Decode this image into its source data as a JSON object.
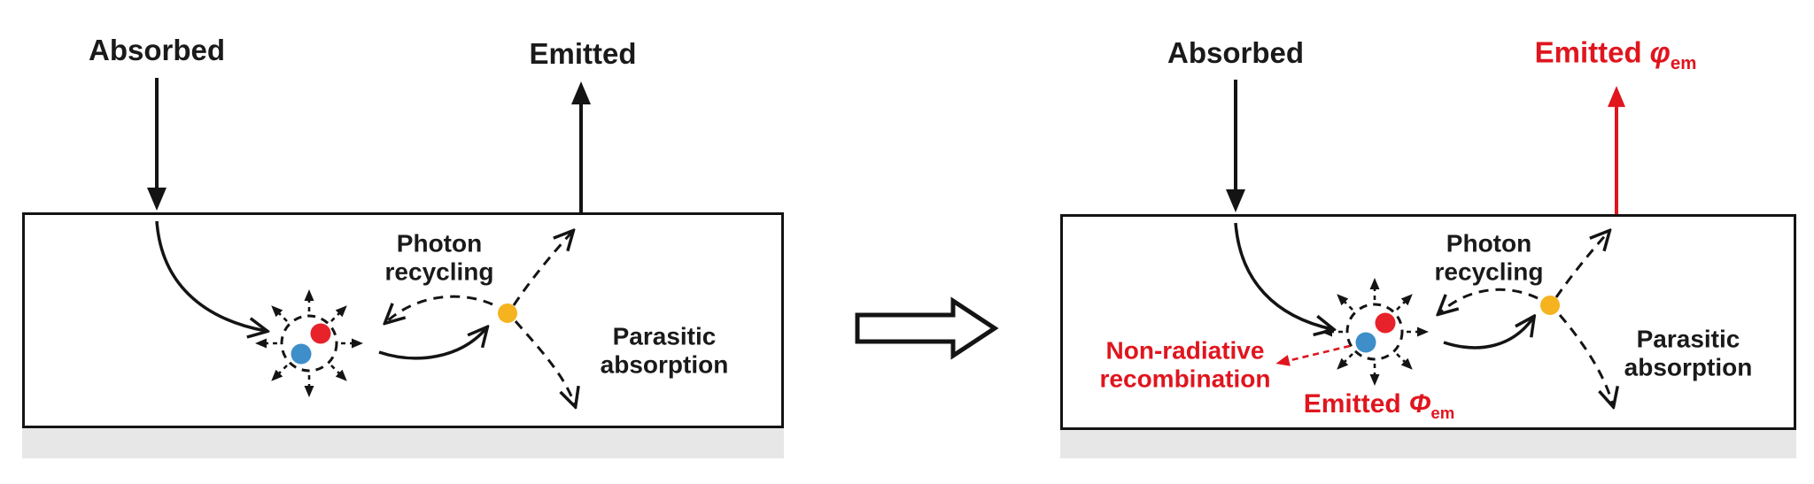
{
  "diagram": {
    "left_panel": {
      "absorbed": "Absorbed",
      "emitted": "Emitted",
      "photon_recycling": {
        "line1": "Photon",
        "line2": "recycling"
      },
      "parasitic": {
        "line1": "Parasitic",
        "line2": "absorption"
      }
    },
    "right_panel": {
      "absorbed": "Absorbed",
      "emitted_external": {
        "prefix": "Emitted",
        "symbol": "φ",
        "subscript": "em"
      },
      "photon_recycling": {
        "line1": "Photon",
        "line2": "recycling"
      },
      "parasitic": {
        "line1": "Parasitic",
        "line2": "absorption"
      },
      "non_radiative": {
        "line1": "Non-radiative",
        "line2": "recombination"
      },
      "emitted_internal": {
        "prefix": "Emitted",
        "symbol": "Φ",
        "subscript": "em"
      }
    },
    "colors": {
      "label_black": "#1a1a1a",
      "accent_red": "#e0151e",
      "electron_blue": "#3d8ec9",
      "hole_red": "#e8222a",
      "photon_yellow": "#f5b320",
      "substrate_gray": "#e7e7e7",
      "box_border": "#141414"
    }
  }
}
